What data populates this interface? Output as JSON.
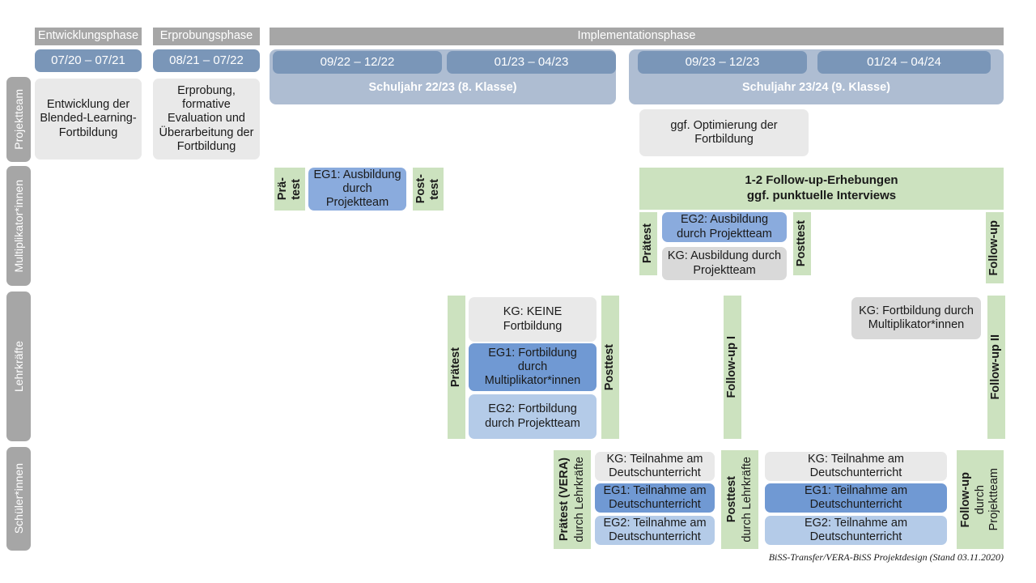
{
  "footer": {
    "caption": "BiSS-Transfer/VERA-BiSS Projektdesign (Stand 03.11.2020)"
  },
  "roles": [
    {
      "key": "projektteam",
      "label": "Projektteam"
    },
    {
      "key": "multiplikatorinnen",
      "label": "Multiplikator*innen"
    },
    {
      "key": "lehrkraefte",
      "label": "Lehrkräfte"
    },
    {
      "key": "schuelerinnen",
      "label": "Schüler*innen"
    }
  ],
  "phases": [
    {
      "key": "entwicklung",
      "label": "Entwicklungsphase"
    },
    {
      "key": "erprobung",
      "label": "Erprobungsphase"
    },
    {
      "key": "implementation",
      "label": "Implementationsphase"
    }
  ],
  "periods": [
    {
      "key": "p1",
      "label": "07/20 – 07/21"
    },
    {
      "key": "p2",
      "label": "08/21 – 07/22"
    },
    {
      "key": "p3",
      "label": "09/22 – 12/22"
    },
    {
      "key": "p4",
      "label": "01/23 – 04/23"
    },
    {
      "key": "p5",
      "label": "09/23 – 12/23"
    },
    {
      "key": "p6",
      "label": "01/24 – 04/24"
    }
  ],
  "school_years": [
    {
      "key": "sy2223",
      "label": "Schuljahr 22/23 (8. Klasse)"
    },
    {
      "key": "sy2324",
      "label": "Schuljahr 23/24 (9. Klasse)"
    }
  ],
  "projektteam_row": {
    "entwicklung": "Entwicklung der Blended-Learning-Fortbildung",
    "erprobung": "Erprobung, formative Evaluation und Überarbeitung der Fortbildung",
    "optimierung": "ggf. Optimierung der Fortbildung"
  },
  "multiplikator_row": {
    "praetest_1": "Prä- test",
    "praetest_1a": "Prä-",
    "praetest_1b": "test",
    "eg1": "EG1: Ausbildung durch Projektteam",
    "posttest_1a": "Post-",
    "posttest_1b": "test",
    "followup_band": "1-2 Follow-up-Erhebungen ggf. punktuelle Interviews",
    "followup_band_l1": "1-2 Follow-up-Erhebungen",
    "followup_band_l2": "ggf. punktuelle Interviews",
    "praetest_2": "Prätest",
    "eg2": "EG2: Ausbildung durch Projektteam",
    "kg": "KG: Ausbildung durch Projektteam",
    "posttest_2": "Posttest",
    "followup": "Follow-up"
  },
  "lehrkraefte_row": {
    "praetest": "Prätest",
    "kg_keine": "KG:  KEINE Fortbildung",
    "eg1": "EG1: Fortbildung durch Multiplikator*innen",
    "eg2": "EG2: Fortbildung durch Projektteam",
    "posttest": "Posttest",
    "followup_1": "Follow-up I",
    "kg_fortbildung": "KG: Fortbildung durch Multiplikator*innen",
    "followup_2": "Follow-up II"
  },
  "schueler_row": {
    "praetest_bold": "Prätest (VERA)",
    "praetest_sub": "durch Lehrkräfte",
    "kg_1": "KG: Teilnahme am Deutschunterricht",
    "eg1_1": "EG1: Teilnahme am Deutschunterricht",
    "eg2_1": "EG2: Teilnahme am Deutschunterricht",
    "posttest_bold": "Posttest",
    "posttest_sub": "durch Lehrkräfte",
    "kg_2": "KG: Teilnahme am Deutschunterricht",
    "eg1_2": "EG1: Teilnahme am Deutschunterricht",
    "eg2_2": "EG2: Teilnahme am Deutschunterricht",
    "followup_bold": "Follow-up",
    "followup_sub1": "durch",
    "followup_sub2": "Projektteam"
  },
  "colors": {
    "phase_bar": "#a6a6a6",
    "date_pill": "#7a96b8",
    "year_band": "#aebdd2",
    "green": "#cce2bf",
    "grey_light": "#e9e9e9",
    "grey_mid": "#d9d9d9",
    "blue_mid": "#8aabdd",
    "blue_dark": "#7099d3",
    "blue_light": "#b4cbe8",
    "role_tab": "#a6a6a6"
  }
}
